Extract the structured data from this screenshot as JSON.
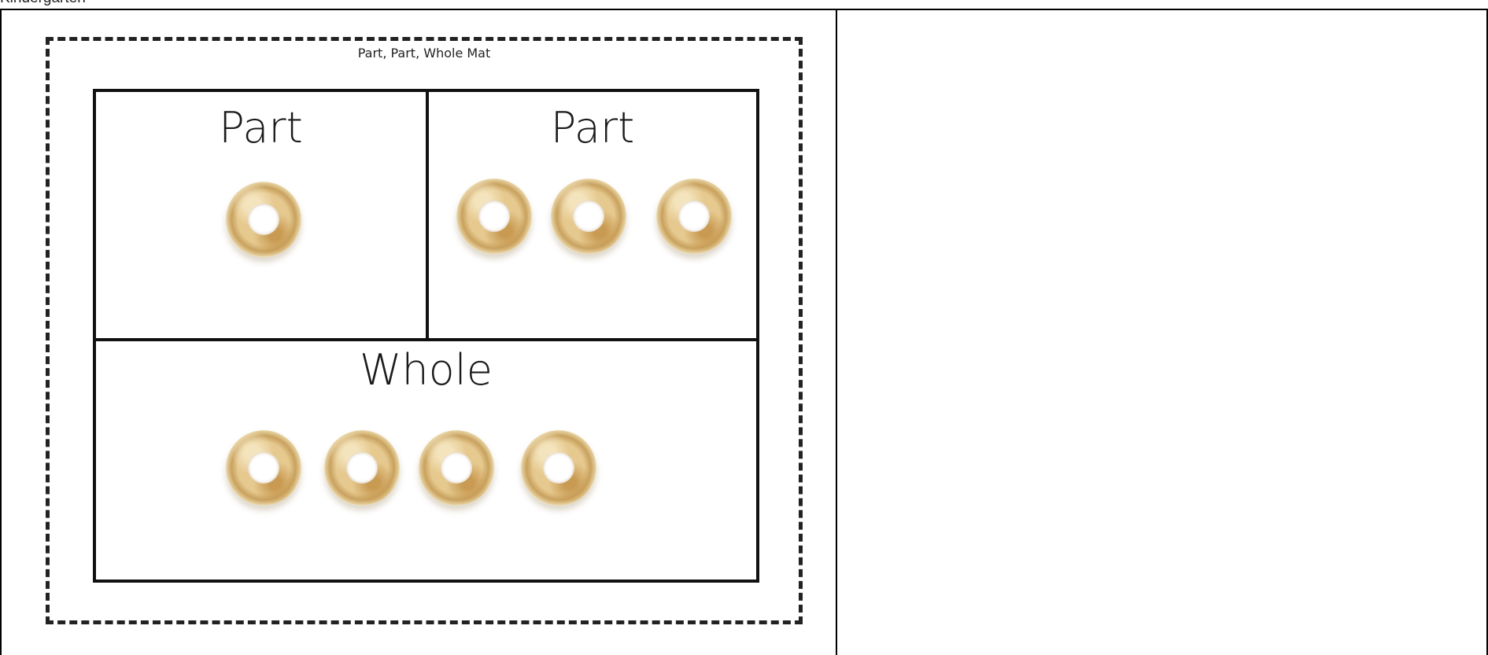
{
  "page": {
    "caption": "Kindergarten"
  },
  "mat": {
    "title": "Part, Part, Whole Mat",
    "part_left": {
      "label": "Part",
      "count": 1
    },
    "part_right": {
      "label": "Part",
      "count": 3
    },
    "whole": {
      "label": "Whole",
      "count": 4
    }
  },
  "icons": {
    "counter": "cereal-ring-icon"
  }
}
